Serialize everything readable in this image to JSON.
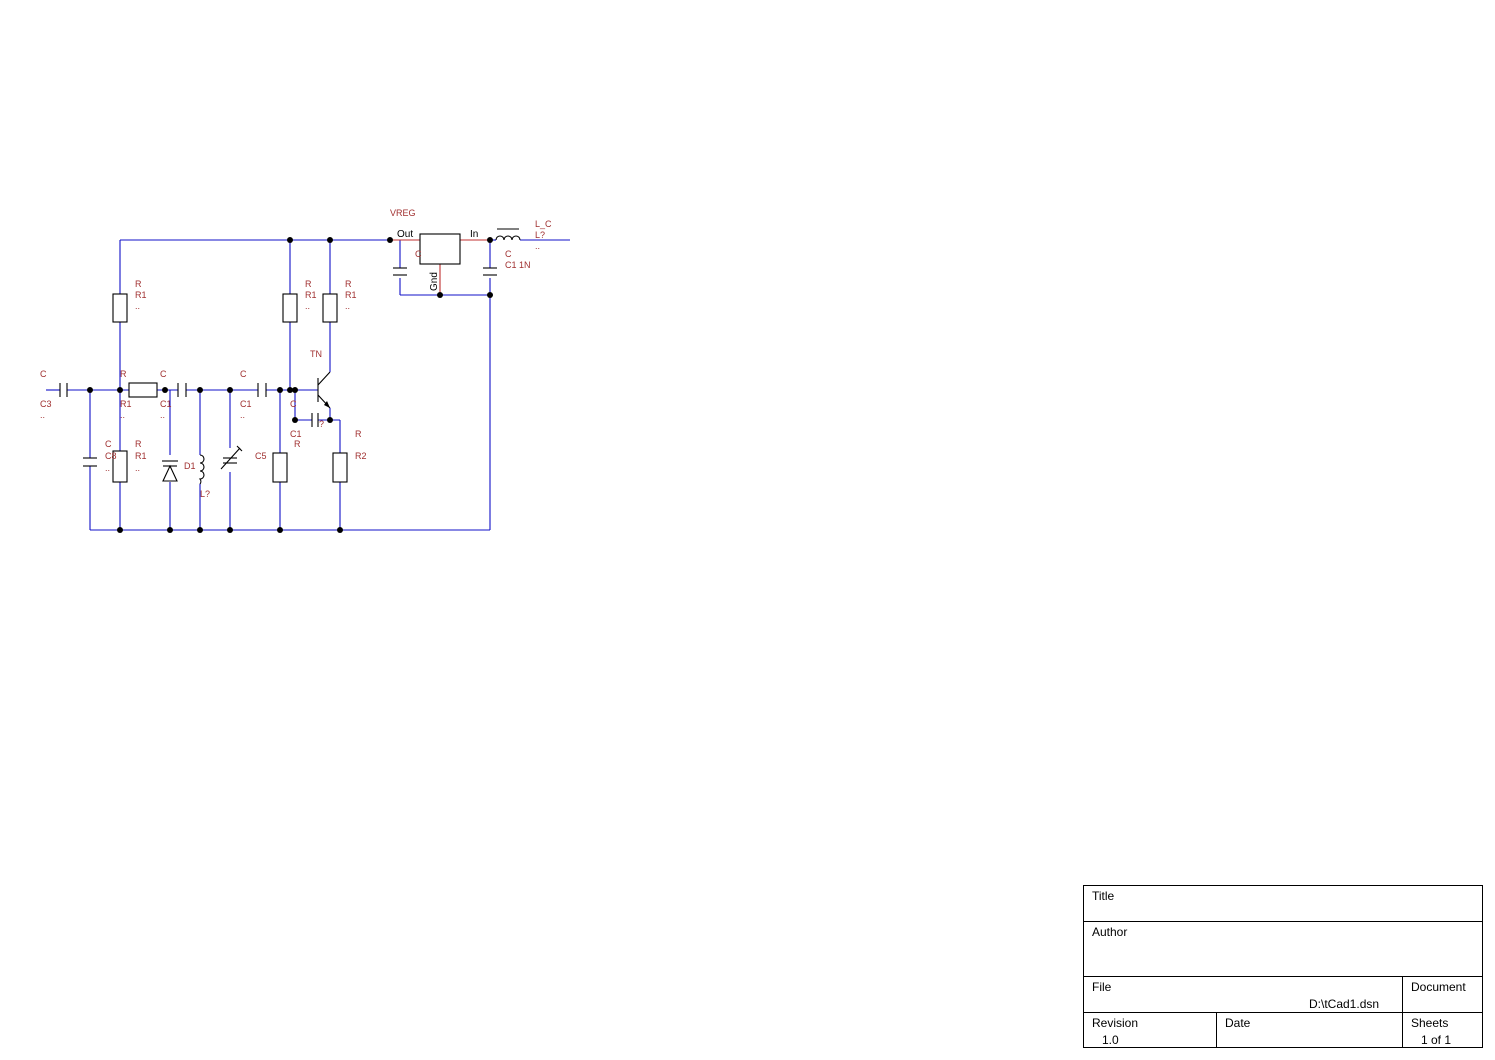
{
  "schematic": {
    "labels": {
      "vreg": "VREG",
      "out": "Out",
      "in": "In",
      "gnd": "Gnd",
      "reg_c": "C",
      "l_c": "L_C",
      "l_q": "L?",
      "dots": "..",
      "c11_type": "C",
      "c11_ref": "C1 1N",
      "r_a_type": "R",
      "r_a_ref": "R1",
      "r_b_type": "R",
      "r_b_ref": "R1",
      "r_c_type": "R",
      "r_c_ref": "R1",
      "tn": "TN",
      "c_in_type": "C",
      "c_in_ref": "C3",
      "r_ser_type": "R",
      "r_ser_ref": "R1",
      "c_a_type": "C",
      "c_a_ref": "C1",
      "c_b_type": "C",
      "c_b_ref": "C1",
      "c_e_type": "C",
      "c_e_ref": "C1",
      "c_e_extra": "?",
      "c_e_r": "R",
      "c8_type": "C",
      "c8_ref": "C8",
      "r_d_type": "R",
      "r_d_ref": "R1",
      "d1": "D1",
      "l_tank": "L?",
      "c5": "C5",
      "r2_type": "R",
      "r2_ref": "R2"
    }
  },
  "title_block": {
    "title_label": "Title",
    "title_value": "",
    "author_label": "Author",
    "author_value": "",
    "file_label": "File",
    "file_value": "D:\\tCad1.dsn",
    "document_label": "Document",
    "document_value": "",
    "revision_label": "Revision",
    "revision_value": "1.0",
    "date_label": "Date",
    "date_value": "",
    "sheets_label": "Sheets",
    "sheets_value": "1 of 1"
  }
}
